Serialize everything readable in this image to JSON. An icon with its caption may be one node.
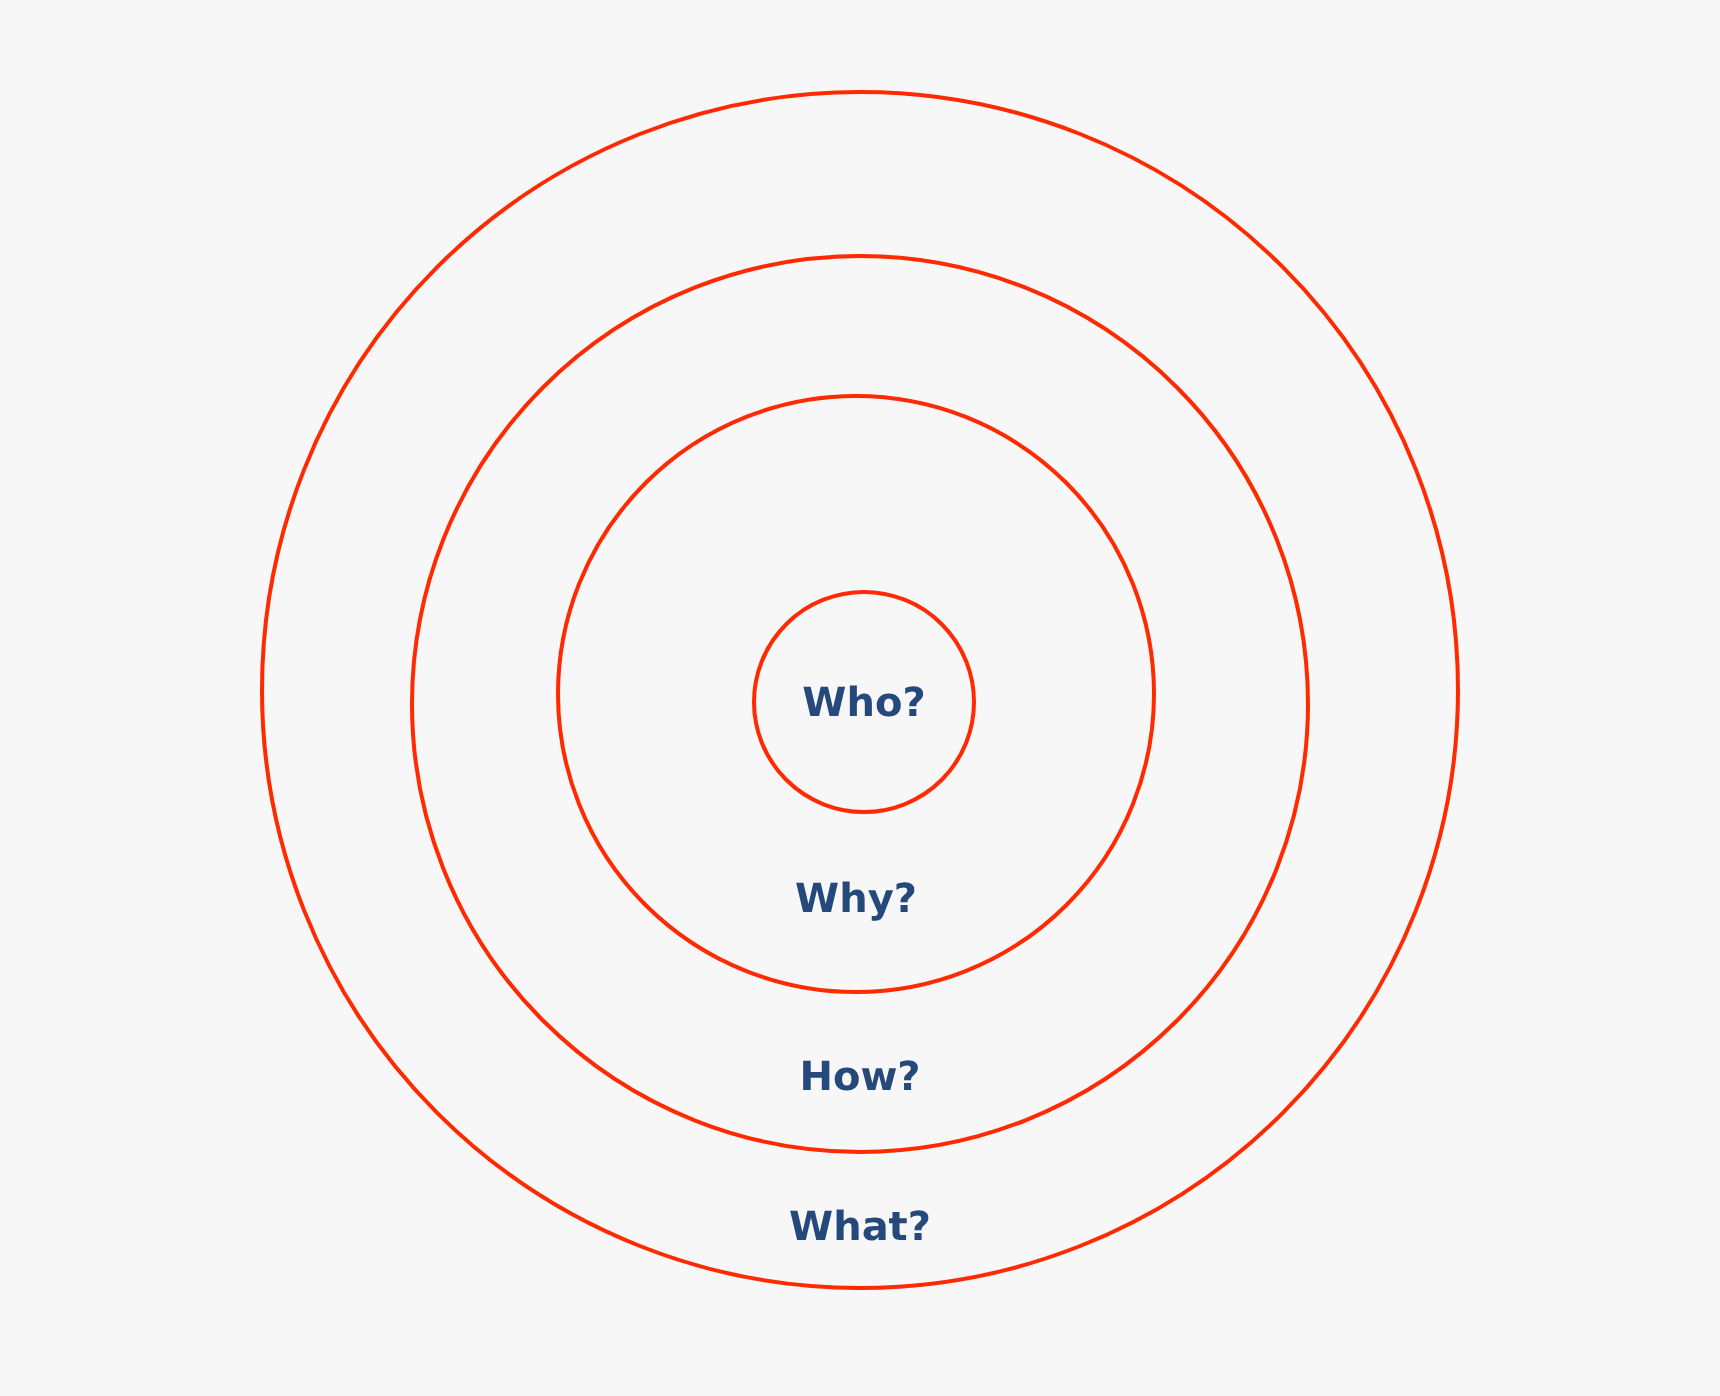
{
  "diagram": {
    "nodes": [
      {
        "text": [
          "What?"
        ]
      },
      {
        "text": [
          "How?"
        ],
        "in": 0
      },
      {
        "text": [
          "Why?"
        ],
        "in": 1
      },
      {
        "text": [
          "Who?"
        ],
        "in": 2
      }
    ]
  }
}
